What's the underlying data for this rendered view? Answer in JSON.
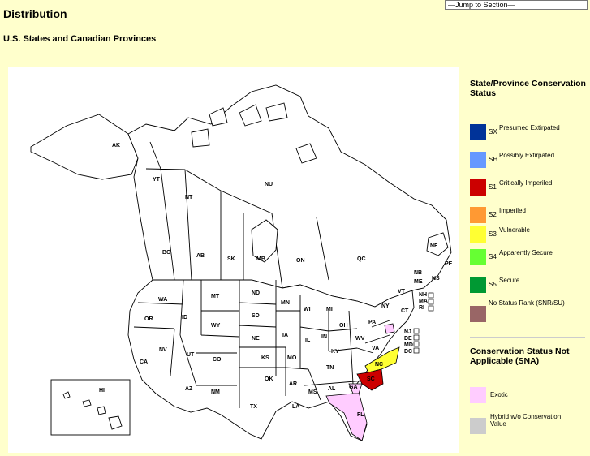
{
  "page": {
    "title": "Distribution",
    "subtitle": "U.S. States and Canadian Provinces",
    "jump_select": "—Jump to Section—"
  },
  "legend": {
    "heading": "State/Province Conservation Status",
    "items": [
      {
        "code": "SX",
        "label": "Presumed Extirpated",
        "color": "#003399"
      },
      {
        "code": "SH",
        "label": "Possibly Extirpated",
        "color": "#6699FF"
      },
      {
        "code": "S1",
        "label": "Critically Imperiled",
        "color": "#CC0000"
      },
      {
        "code": "S2",
        "label": "Imperiled",
        "color": "#FF9933"
      },
      {
        "code": "S3",
        "label": "Vulnerable",
        "color": "#FFFF33"
      },
      {
        "code": "S4",
        "label": "Apparently Secure",
        "color": "#66FF33"
      },
      {
        "code": "S5",
        "label": "Secure",
        "color": "#009933"
      },
      {
        "code": "",
        "label": "No Status Rank (SNR/SU)",
        "color": "#996666"
      }
    ],
    "na_heading": "Conservation Status Not Applicable (SNA)",
    "na_items": [
      {
        "label": "Exotic",
        "color": "#FFCCFF"
      },
      {
        "label": "Hybrid w/o Conservation Value",
        "color": "#CCCCCC"
      }
    ]
  },
  "map": {
    "labels": {
      "AK": "AK",
      "YT": "YT",
      "NT": "NT",
      "NU": "NU",
      "BC": "BC",
      "AB": "AB",
      "SK": "SK",
      "MB": "MB",
      "ON": "ON",
      "QC": "QC",
      "NF": "NF",
      "PE": "PE",
      "NB": "NB",
      "NS": "NS",
      "WA": "WA",
      "OR": "OR",
      "CA": "CA",
      "NV": "NV",
      "ID": "ID",
      "MT": "MT",
      "WY": "WY",
      "UT": "UT",
      "AZ": "AZ",
      "CO": "CO",
      "NM": "NM",
      "ND": "ND",
      "SD": "SD",
      "NE": "NE",
      "KS": "KS",
      "OK": "OK",
      "TX": "TX",
      "MN": "MN",
      "IA": "IA",
      "MO": "MO",
      "AR": "AR",
      "LA": "LA",
      "WI": "WI",
      "IL": "IL",
      "MI": "MI",
      "IN": "IN",
      "OH": "OH",
      "KY": "KY",
      "TN": "TN",
      "MS": "MS",
      "AL": "AL",
      "GA": "GA",
      "FL": "FL",
      "SC": "SC",
      "NC": "NC",
      "VA": "VA",
      "WV": "WV",
      "PA": "PA",
      "NY": "NY",
      "VT": "VT",
      "NH": "NH",
      "ME": "ME",
      "MA": "MA",
      "RI": "RI",
      "CT": "CT",
      "NJ": "NJ",
      "DE": "DE",
      "MD": "MD",
      "DC": "DC",
      "HI": "HI"
    }
  }
}
